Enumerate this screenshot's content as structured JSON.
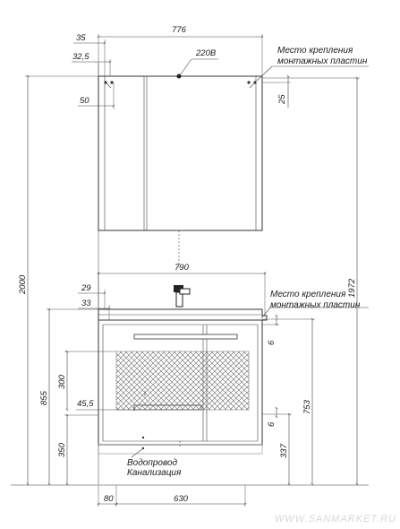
{
  "mirror_cabinet": {
    "width": "776",
    "edge_offset": "35",
    "plate_offset": "32,5",
    "plate_vertical": "50",
    "top_plate": "25",
    "power": "220В",
    "mount_note_line1": "Место крепления",
    "mount_note_line2": "монтажных пластин"
  },
  "vanity": {
    "width": "790",
    "left_offset_29": "29",
    "left_offset_33": "33",
    "mount_note_line1": "Место крепления",
    "mount_note_line2": "монтажных пластин",
    "top_gap": "6",
    "bottom_gap": "6",
    "height_855": "855",
    "height_753": "753",
    "height_300": "300",
    "height_455": "45,5",
    "height_350": "350",
    "height_337": "337",
    "water_label": "Водопровод",
    "drain_label": "Канализация",
    "bottom_80": "80",
    "bottom_630": "630"
  },
  "overall": {
    "height_left": "2000",
    "height_right": "1972"
  },
  "watermark": "WWW.SANMARKET.RU",
  "colors": {
    "line": "#333333",
    "wall": "#999999",
    "hatch": "#555555"
  }
}
